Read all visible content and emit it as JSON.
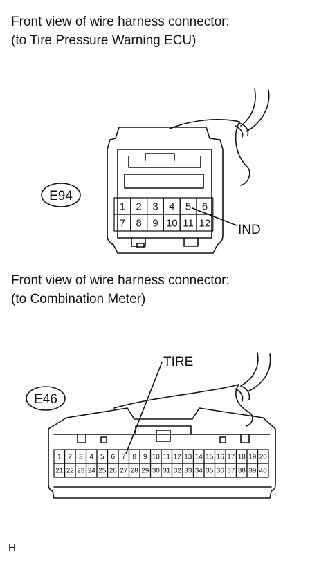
{
  "connector_1": {
    "heading_line1": "Front view of wire harness connector:",
    "heading_line2": "(to Tire Pressure Warning ECU)",
    "id": "E94",
    "terminals": [
      "1",
      "2",
      "3",
      "4",
      "5",
      "6",
      "7",
      "8",
      "9",
      "10",
      "11",
      "12"
    ],
    "signal_label": "IND"
  },
  "connector_2": {
    "heading_line1": "Front view of wire harness connector:",
    "heading_line2": "(to Combination Meter)",
    "id": "E46",
    "terminals": [
      "1",
      "2",
      "3",
      "4",
      "5",
      "6",
      "7",
      "8",
      "9",
      "10",
      "11",
      "12",
      "13",
      "14",
      "15",
      "16",
      "17",
      "18",
      "19",
      "20",
      "21",
      "22",
      "23",
      "24",
      "25",
      "26",
      "27",
      "28",
      "29",
      "30",
      "31",
      "32",
      "33",
      "34",
      "35",
      "36",
      "37",
      "38",
      "39",
      "40"
    ],
    "signal_label": "TIRE"
  },
  "footer_mark": "H"
}
